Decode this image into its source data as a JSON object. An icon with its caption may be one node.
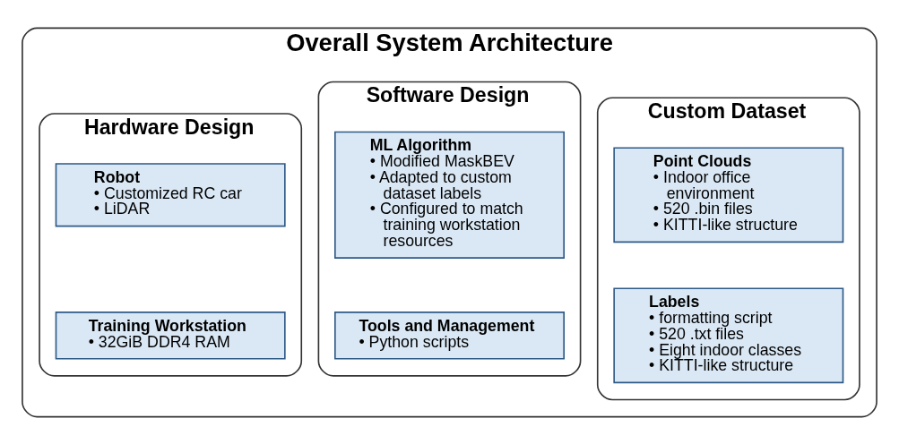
{
  "diagram": {
    "nodes": [
      {
        "text": [
          "Overall System Architecture"
        ]
      },
      {
        "text": [
          "Hardware Design"
        ],
        "in": 0
      },
      {
        "text": [
          "Robot",
          "• Customized RC car",
          "• LiDAR"
        ],
        "in": 1
      },
      {
        "text": [
          "Training Workstation",
          "• 32GiB DDR4 RAM"
        ],
        "in": 1
      },
      {
        "text": [
          "Software Design"
        ],
        "in": 0
      },
      {
        "text": [
          "ML Algorithm",
          "• Modified MaskBEV",
          "• Adapted to custom dataset labels",
          "• Configured to match training workstation resources"
        ],
        "in": 4
      },
      {
        "text": [
          "Tools and Management",
          "• Python scripts"
        ],
        "in": 4
      },
      {
        "text": [
          "Custom Dataset"
        ],
        "in": 0
      },
      {
        "text": [
          "Point Clouds",
          "• Indoor office environment",
          "• 520 .bin files",
          "• KITTI-like structure"
        ],
        "in": 7
      },
      {
        "text": [
          "Labels",
          "• formatting script",
          "• 520 .txt files",
          "• Eight indoor classes",
          "• KITTI-like structure"
        ],
        "in": 7
      }
    ],
    "edges": []
  }
}
